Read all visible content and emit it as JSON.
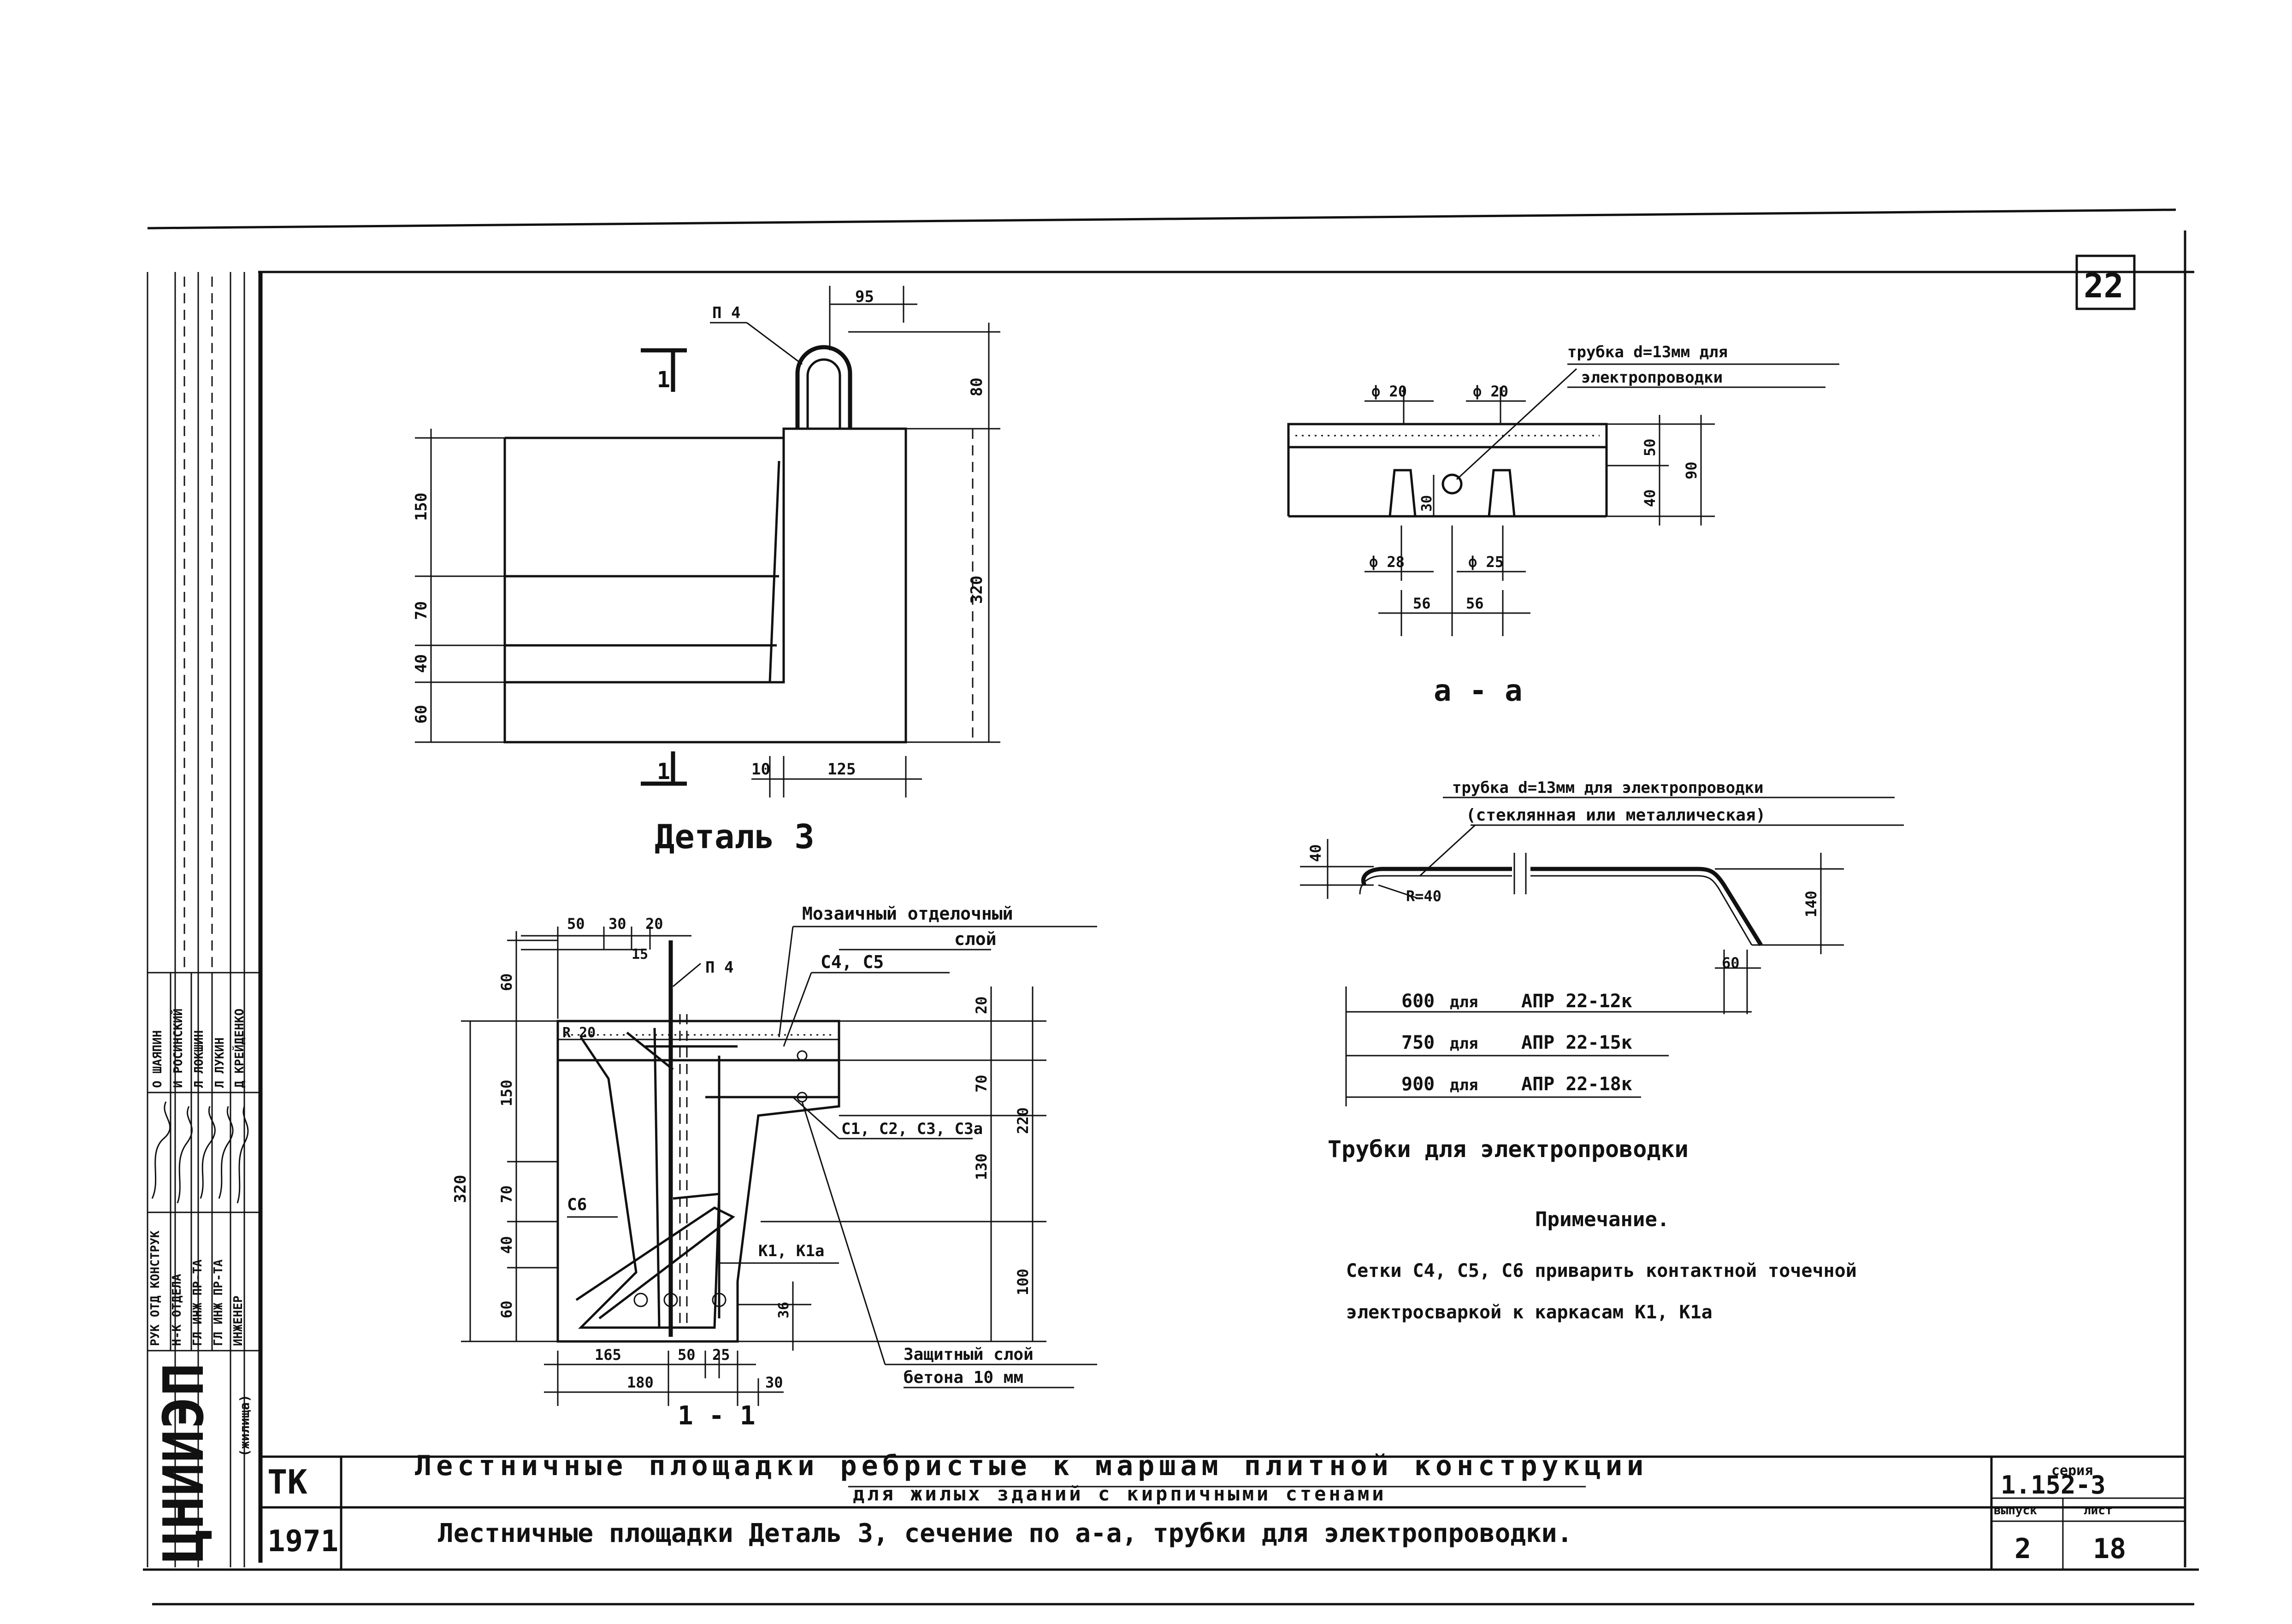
{
  "sheet": {
    "number": "22",
    "org_stamp": "ЦНИИЭП",
    "org_small": "(жилища)"
  },
  "detail3": {
    "caption": "Деталь 3",
    "loop_label": "П 4",
    "section_mark": "1",
    "dims": {
      "top_w": "95",
      "loop_h": "80",
      "h150": "150",
      "h70": "70",
      "h40": "40",
      "h60": "60",
      "total": "320",
      "w10": "10",
      "w125": "125"
    }
  },
  "sectionAA": {
    "caption": "а - а",
    "callout_l1": "трубка d=13мм для",
    "callout_l2": "электропроводки",
    "dims": {
      "phi_top1": "ф 20",
      "phi_top2": "ф 20",
      "h50": "50",
      "h40": "40",
      "h90": "90",
      "h30": "30",
      "phi_b1": "ф 28",
      "phi_b2": "ф 25",
      "w56a": "56",
      "w56b": "56"
    }
  },
  "tube": {
    "callout_l1": "трубка d=13мм для электропроводки",
    "callout_l2": "(стеклянная или металлическая)",
    "radius": "R=40",
    "dims": {
      "h40": "40",
      "h140": "140",
      "w60": "60"
    },
    "table": [
      {
        "len": "600",
        "txt": "для",
        "mark": "АПР 22-12к"
      },
      {
        "len": "750",
        "txt": "для",
        "mark": "АПР 22-15к"
      },
      {
        "len": "900",
        "txt": "для",
        "mark": "АПР 22-18к"
      }
    ],
    "caption": "Трубки для электропроводки"
  },
  "note": {
    "heading": "Примечание.",
    "line1": "Сетки С4, С5, С6 приварить контактной точечной",
    "line2": "электросваркой к каркасам К1, К1а"
  },
  "section11": {
    "caption": "1 - 1",
    "mosaic_l1": "Мозаичный отделочный",
    "mosaic_l2": "слой",
    "c4c5": "С4, С5",
    "p4": "П 4",
    "c1c2": "С1, С2, С3, С3а",
    "k1": "К1, К1а",
    "c6": "С6",
    "r20": "R 20",
    "prot_l1": "Защитный слой",
    "prot_l2": "бетона 10 мм",
    "dims": {
      "d50": "50",
      "d30": "30",
      "d20": "20",
      "d15": "15",
      "v60": "60",
      "v150": "150",
      "v70": "70",
      "v40": "40",
      "v60b": "60",
      "v320": "320",
      "r20": "20",
      "r70": "70",
      "r130": "130",
      "r220": "220",
      "r100": "100",
      "r36": "36",
      "b165": "165",
      "b50": "50",
      "b25": "25",
      "b180": "180",
      "b30": "30"
    }
  },
  "approvals": {
    "roles": [
      "РУК ОТД КОНСТРУК",
      "Н-К ОТДЕЛА",
      "ГЛ ИНЖ ПР-ТА",
      "ГЛ ИНЖ ПР-ТА",
      "ИНЖЕНЕР"
    ],
    "names": [
      "О ШАЯПИН",
      "И РОСИНСКИЙ",
      "Л ЛОКШИН",
      "Л ЛУКИН",
      "Д КРЕЙДЕНКО"
    ]
  },
  "title_block": {
    "tk": "ТК",
    "year": "1971",
    "line1": "Лестничные площадки ребристые к маршам плитной конструкции",
    "line1b": "для жилых зданий с кирпичными стенами",
    "line2": "Лестничные площадки Деталь 3, сечение по а-а, трубки для электропроводки.",
    "series_label": "серия",
    "series": "1.152-3",
    "issue_label": "выпуск",
    "issue": "2",
    "sheet_label": "лист",
    "sheet": "18"
  }
}
